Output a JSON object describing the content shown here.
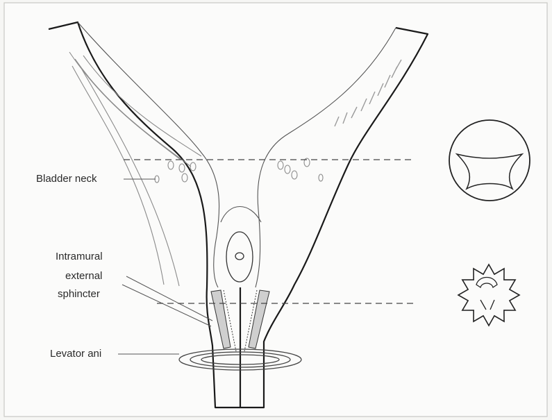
{
  "labels": {
    "bladder_neck": "Bladder neck",
    "intramural_line1": "Intramural",
    "intramural_line2": "external",
    "intramural_line3": "sphincter",
    "levator_ani": "Levator ani"
  },
  "colors": {
    "background": "#f6f6f4",
    "outline": "#1a1a1a",
    "muscle_fill": "#cfcfcf"
  }
}
